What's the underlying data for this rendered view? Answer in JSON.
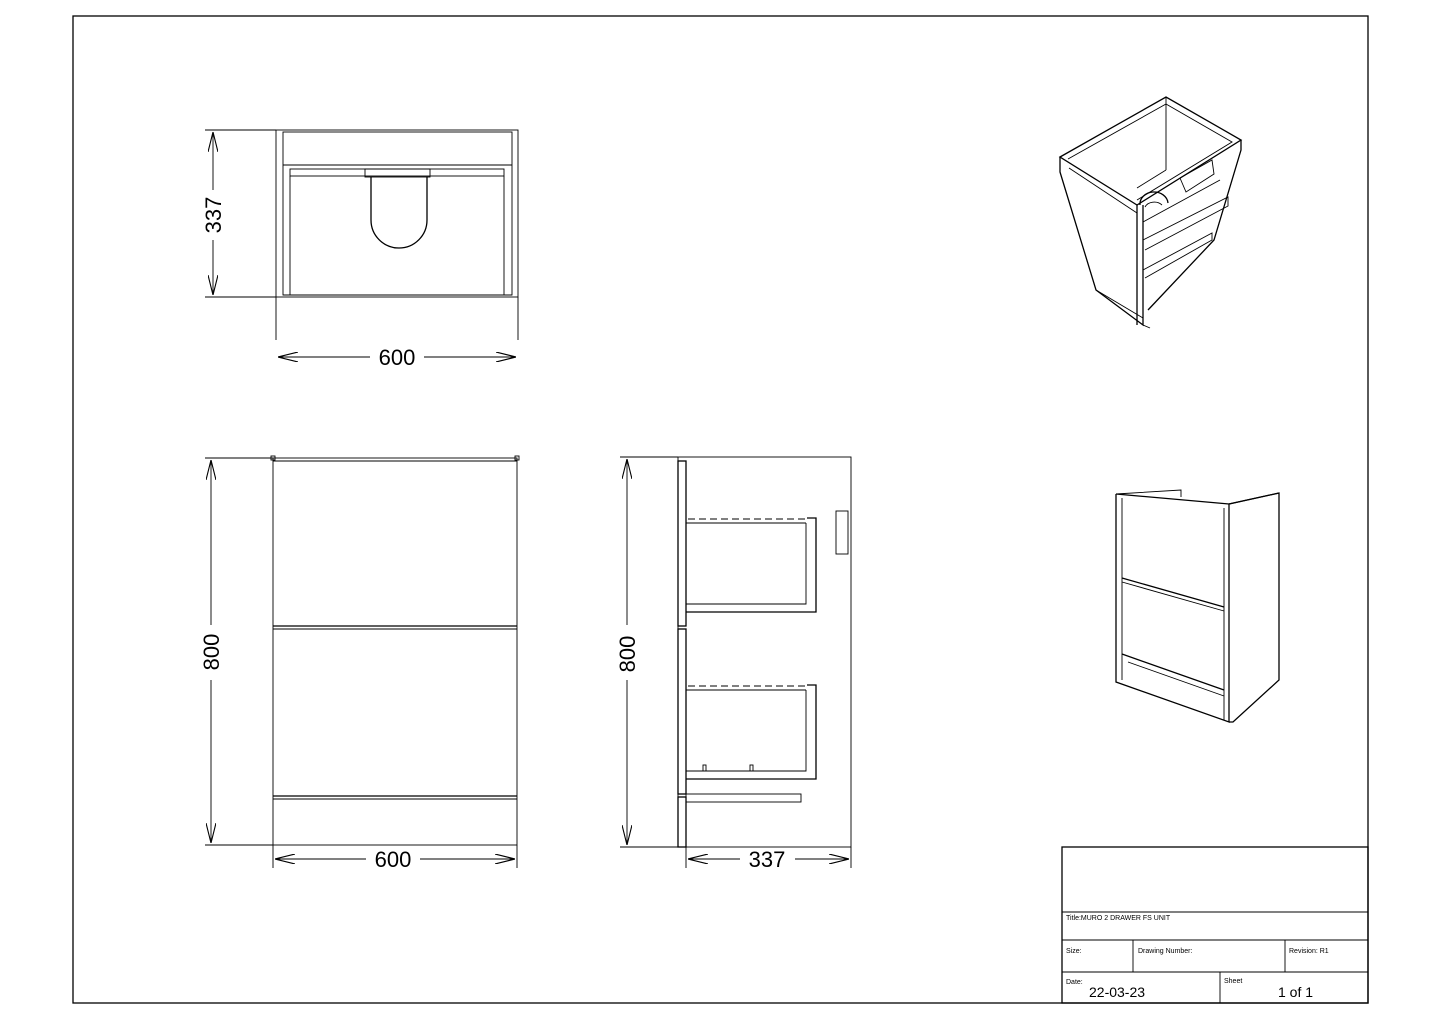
{
  "dimensions": {
    "top_depth": "337",
    "top_width": "600",
    "front_height": "800",
    "front_width": "600",
    "side_height": "800",
    "side_depth": "337"
  },
  "title_block": {
    "title": "Title:MURO 2 DRAWER FS UNIT",
    "size_label": "Size:",
    "drawing_number_label": "Drawing Number:",
    "revision": "Revision: R1",
    "date_label": "Date:",
    "date_value": "22-03-23",
    "sheet_label": "Sheet",
    "sheet_value": "1 of 1"
  }
}
